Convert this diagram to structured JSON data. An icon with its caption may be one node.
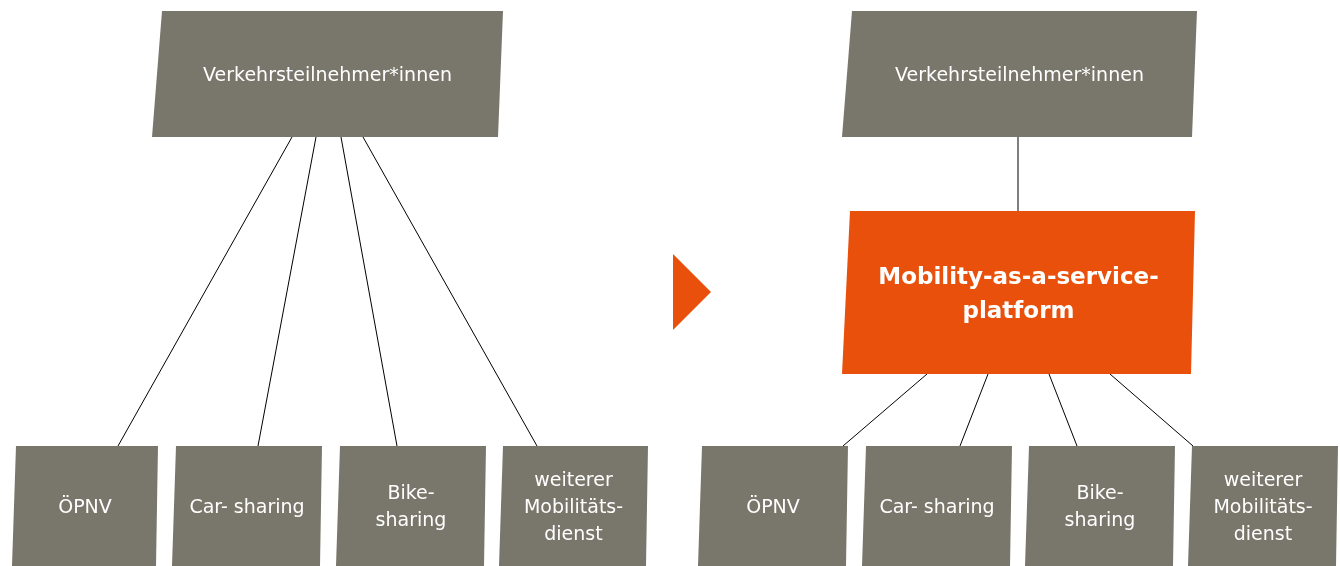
{
  "diagram": {
    "nodes": [
      {
        "text": [
          "Verkehrsteilnehmer*innen"
        ]
      },
      {
        "text": [
          "ÖPNV"
        ]
      },
      {
        "text": [
          "Car- sharing"
        ]
      },
      {
        "text": [
          "Bike- sharing"
        ]
      },
      {
        "text": [
          "weiterer Mobilitäts- dienst"
        ]
      },
      {
        "text": [
          "Verkehrsteilnehmer*innen"
        ]
      },
      {
        "text": [
          "Mobility-as-a-service- platform"
        ]
      },
      {
        "text": [
          "ÖPNV"
        ]
      },
      {
        "text": [
          "Car- sharing"
        ]
      },
      {
        "text": [
          "Bike- sharing"
        ]
      },
      {
        "text": [
          "weiterer Mobilitäts- dienst"
        ]
      }
    ],
    "edges": [
      {
        "from": 0,
        "to": 1,
        "arrow": "none"
      },
      {
        "from": 0,
        "to": 2,
        "arrow": "none"
      },
      {
        "from": 0,
        "to": 3,
        "arrow": "none"
      },
      {
        "from": 0,
        "to": 4,
        "arrow": "none"
      },
      {
        "from": 5,
        "to": 6,
        "arrow": "none"
      },
      {
        "from": 6,
        "to": 7,
        "arrow": "none"
      },
      {
        "from": 6,
        "to": 8,
        "arrow": "none"
      },
      {
        "from": 6,
        "to": 9,
        "arrow": "none"
      },
      {
        "from": 6,
        "to": 10,
        "arrow": "none"
      }
    ]
  }
}
